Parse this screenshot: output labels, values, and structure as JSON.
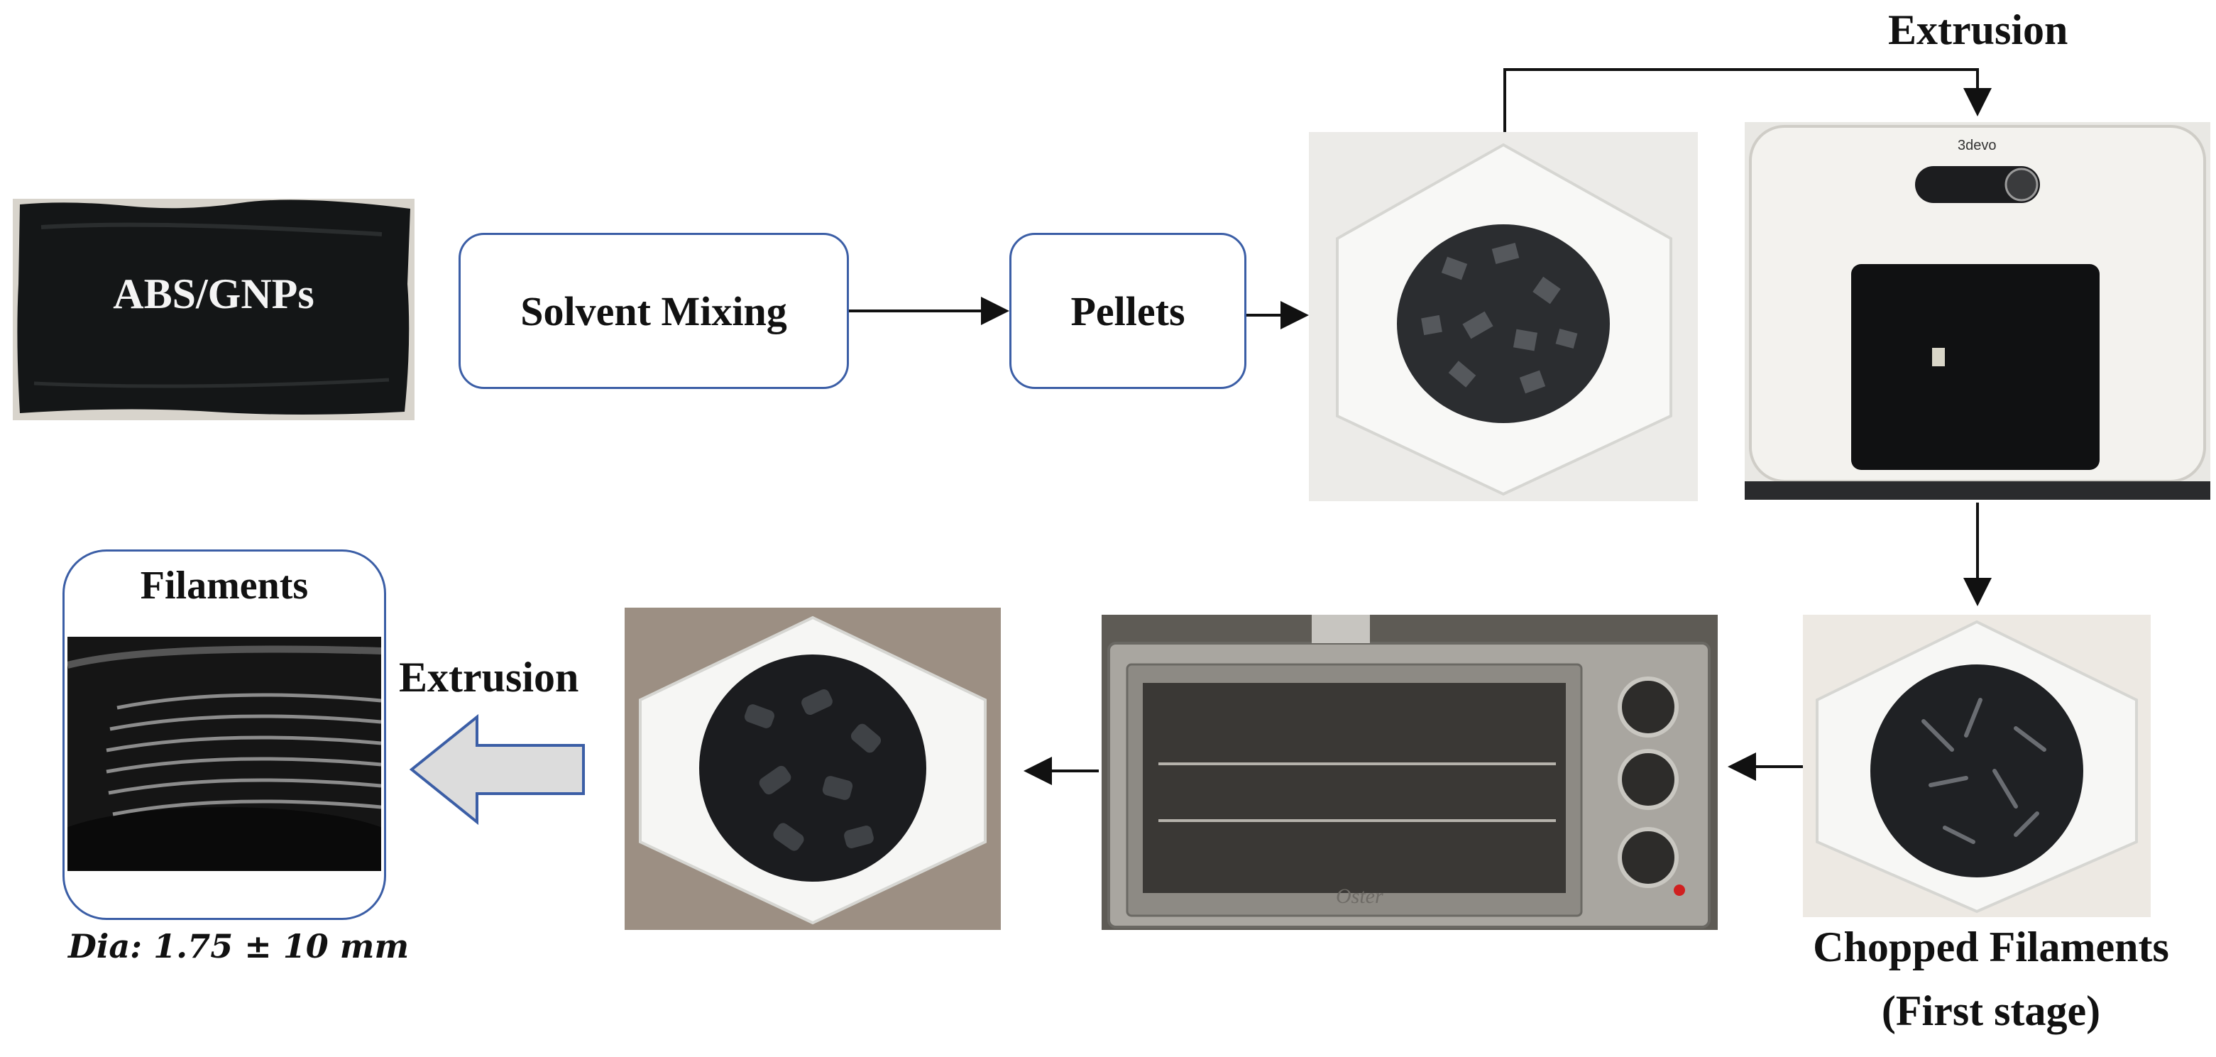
{
  "steps": {
    "material_label": "ABS/GNPs",
    "solvent_mixing": "Solvent Mixing",
    "pellets": "Pellets",
    "extrusion_top": "Extrusion",
    "chopped_line1": "Chopped Filaments",
    "chopped_line2": "(First stage)",
    "extrusion_bottom": "Extrusion",
    "filaments": "Filaments",
    "diameter": "Dia: 1.75 ± 10 mm"
  },
  "photos": {
    "material_sheet": "black composite sheet",
    "pellet_dish": "hexagonal dish with pellets",
    "extruder": "3devo extruder",
    "extruder_brand": "3devo",
    "chopped_dish": "hexagonal dish with chopped filaments",
    "oven": "toaster oven",
    "oven_brand": "Oster",
    "dried_dish": "hexagonal dish with dried pellets",
    "spool": "filament spool"
  },
  "colors": {
    "box_border": "#3b5ea6",
    "big_arrow_fill": "#dcdcdc",
    "big_arrow_stroke": "#3b5ea6",
    "arrow": "#111111"
  }
}
